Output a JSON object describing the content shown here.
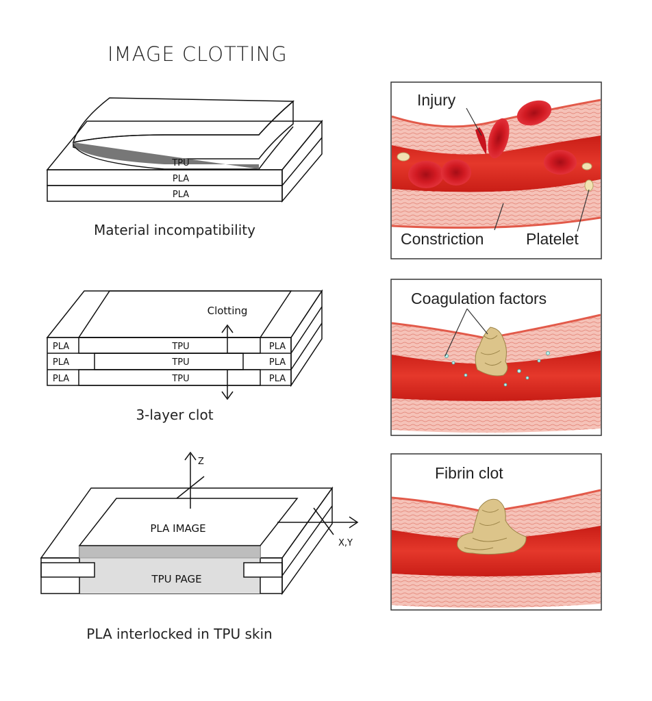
{
  "title": "IMAGE CLOTTING",
  "diagrams": {
    "material_incompatibility": {
      "caption": "Material incompatibility",
      "layers": [
        "TPU",
        "PLA",
        "PLA"
      ]
    },
    "three_layer": {
      "caption": "3-layer clot",
      "arrow_label": "Clotting",
      "rows": [
        {
          "left": "PLA",
          "center": "TPU",
          "right": "PLA"
        },
        {
          "left": "PLA",
          "center": "TPU",
          "right": "PLA"
        },
        {
          "left": "PLA",
          "center": "TPU",
          "right": "PLA"
        }
      ]
    },
    "interlocked": {
      "caption": "PLA interlocked in TPU skin",
      "top_label": "PLA IMAGE",
      "bottom_label": "TPU PAGE",
      "axis_z": "Z",
      "axis_xy": "X,Y"
    }
  },
  "panels": {
    "injury": {
      "injury": "Injury",
      "constriction": "Constriction",
      "platelet": "Platelet"
    },
    "coagulation": {
      "label": "Coagulation factors"
    },
    "fibrin": {
      "label": "Fibrin clot"
    }
  },
  "colors": {
    "tpu_dark": "#808080",
    "tpu_light": "#d9d9d9",
    "vessel_red": "#e0352b",
    "vessel_wall": "#f2b8ad",
    "cell_red": "#c8141e",
    "platelet": "#f1e2b2",
    "fibrin": "#dcc48a"
  }
}
